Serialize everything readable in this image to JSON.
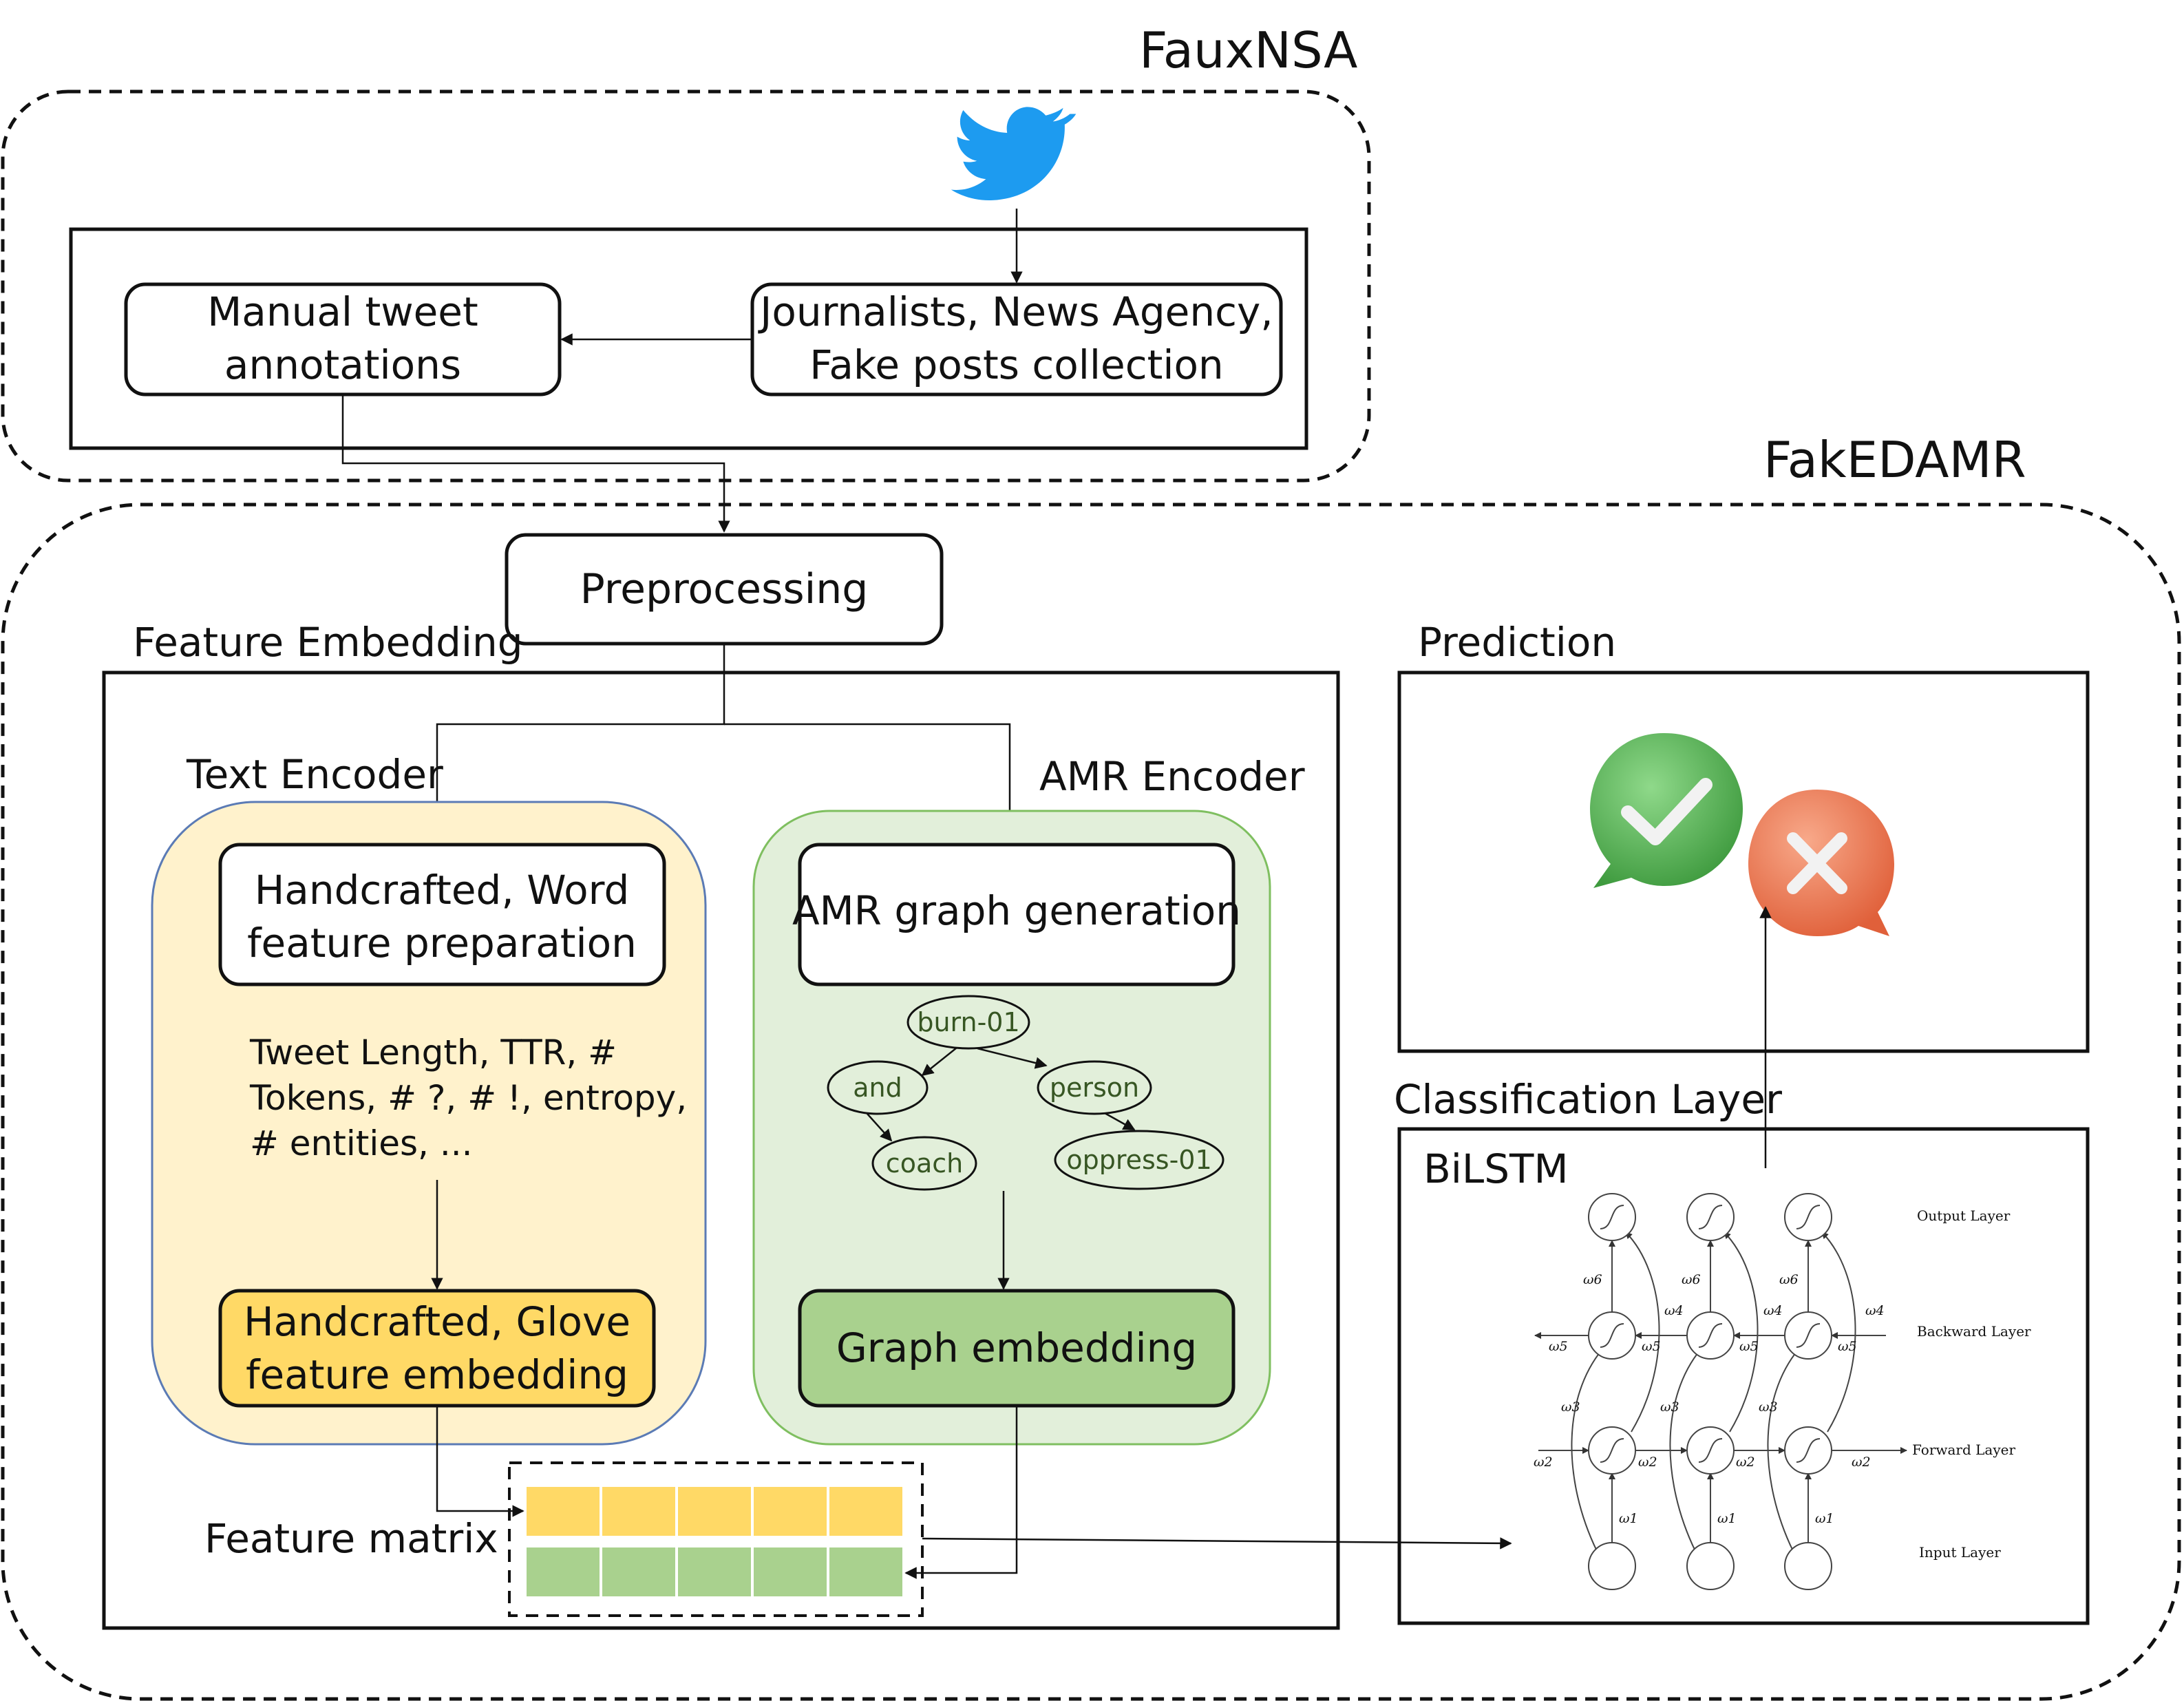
{
  "colors": {
    "text_encoder_bg": "#fff2cc",
    "text_encoder_border": "#5b7bb5",
    "amr_encoder_bg": "#e2efda",
    "amr_encoder_border": "#7fbf60",
    "glove_box": "#ffd966",
    "graph_box": "#a9d18e",
    "amr_text": "#375623",
    "twitter_blue": "#1d9bf0",
    "check_green": "#5cbb5c",
    "cross_orange": "#ef7f5a"
  },
  "fauxnsa": {
    "title": "FauxNSA",
    "source_icon": "twitter-bird-icon",
    "journalists_box": [
      "Journalists, News Agency,",
      "Fake posts collection"
    ],
    "annotations_box": [
      "Manual tweet",
      "annotations"
    ]
  },
  "fakedamr": {
    "title": "FakEDAMR",
    "preprocessing": "Preprocessing",
    "feature_embedding": {
      "title": "Feature Embedding",
      "text_encoder": {
        "title": "Text Encoder",
        "prep_box": [
          "Handcrafted, Word",
          "feature preparation"
        ],
        "features": [
          "Tweet Length, TTR, #",
          "Tokens, # ?, # !, entropy,",
          "# entities, ..."
        ],
        "embedding_box": [
          "Handcrafted, Glove",
          "feature embedding"
        ]
      },
      "amr_encoder": {
        "title": "AMR Encoder",
        "gen_box": "AMR graph generation",
        "graph_nodes": [
          "burn-01",
          "and",
          "person",
          "coach",
          "oppress-01"
        ],
        "embedding_box": "Graph embedding"
      },
      "feature_matrix": {
        "label": "Feature matrix",
        "columns": 5,
        "rows": 2
      }
    },
    "prediction": {
      "title": "Prediction",
      "icons": [
        "check-bubble-icon",
        "cross-bubble-icon"
      ]
    },
    "classification": {
      "title": "Classification Layer",
      "model": "BiLSTM",
      "layers": {
        "output": "Output Layer",
        "backward": "Backward Layer",
        "forward": "Forward Layer",
        "input": "Input Layer"
      },
      "weights": {
        "w1": "ω1",
        "w2": "ω2",
        "w3": "ω3",
        "w4": "ω4",
        "w5": "ω5",
        "w6": "ω6"
      }
    }
  }
}
